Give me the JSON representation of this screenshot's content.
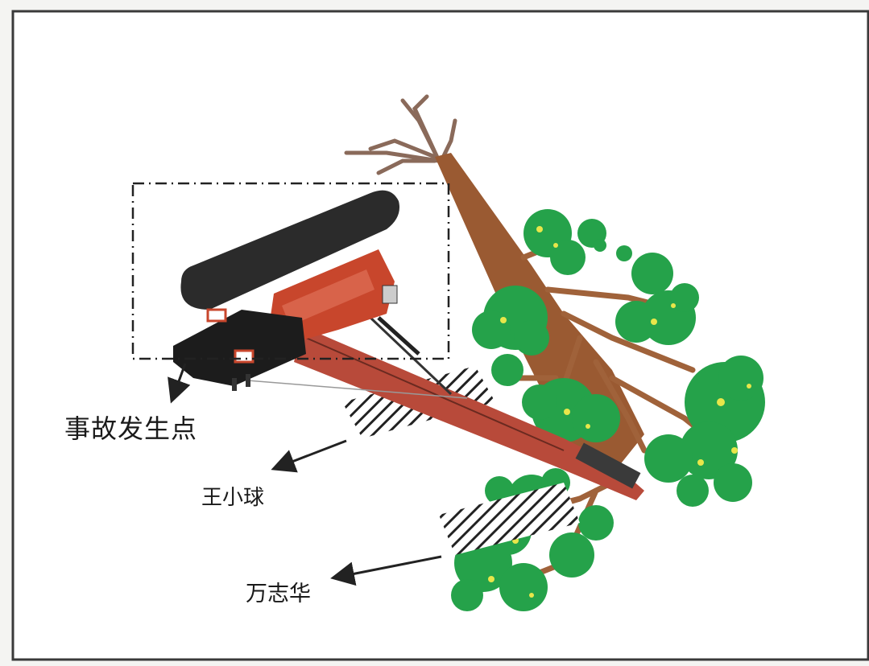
{
  "labels": {
    "accident_point": "事故发生点",
    "person_1": "王小球",
    "person_2": "万志华"
  },
  "colors": {
    "frame": "#3a3a3a",
    "crane_track": "#2b2b2b",
    "crane_body": "#c8462c",
    "boom": "#b84a3a",
    "trunk": "#9a5a32",
    "foliage": "#25a24a",
    "foliage_highlight": "#e8e64a",
    "hatch": "#222222"
  },
  "icons": [
    "arrow-icon",
    "crane-illustration",
    "tree-illustration",
    "hatched-marker"
  ]
}
